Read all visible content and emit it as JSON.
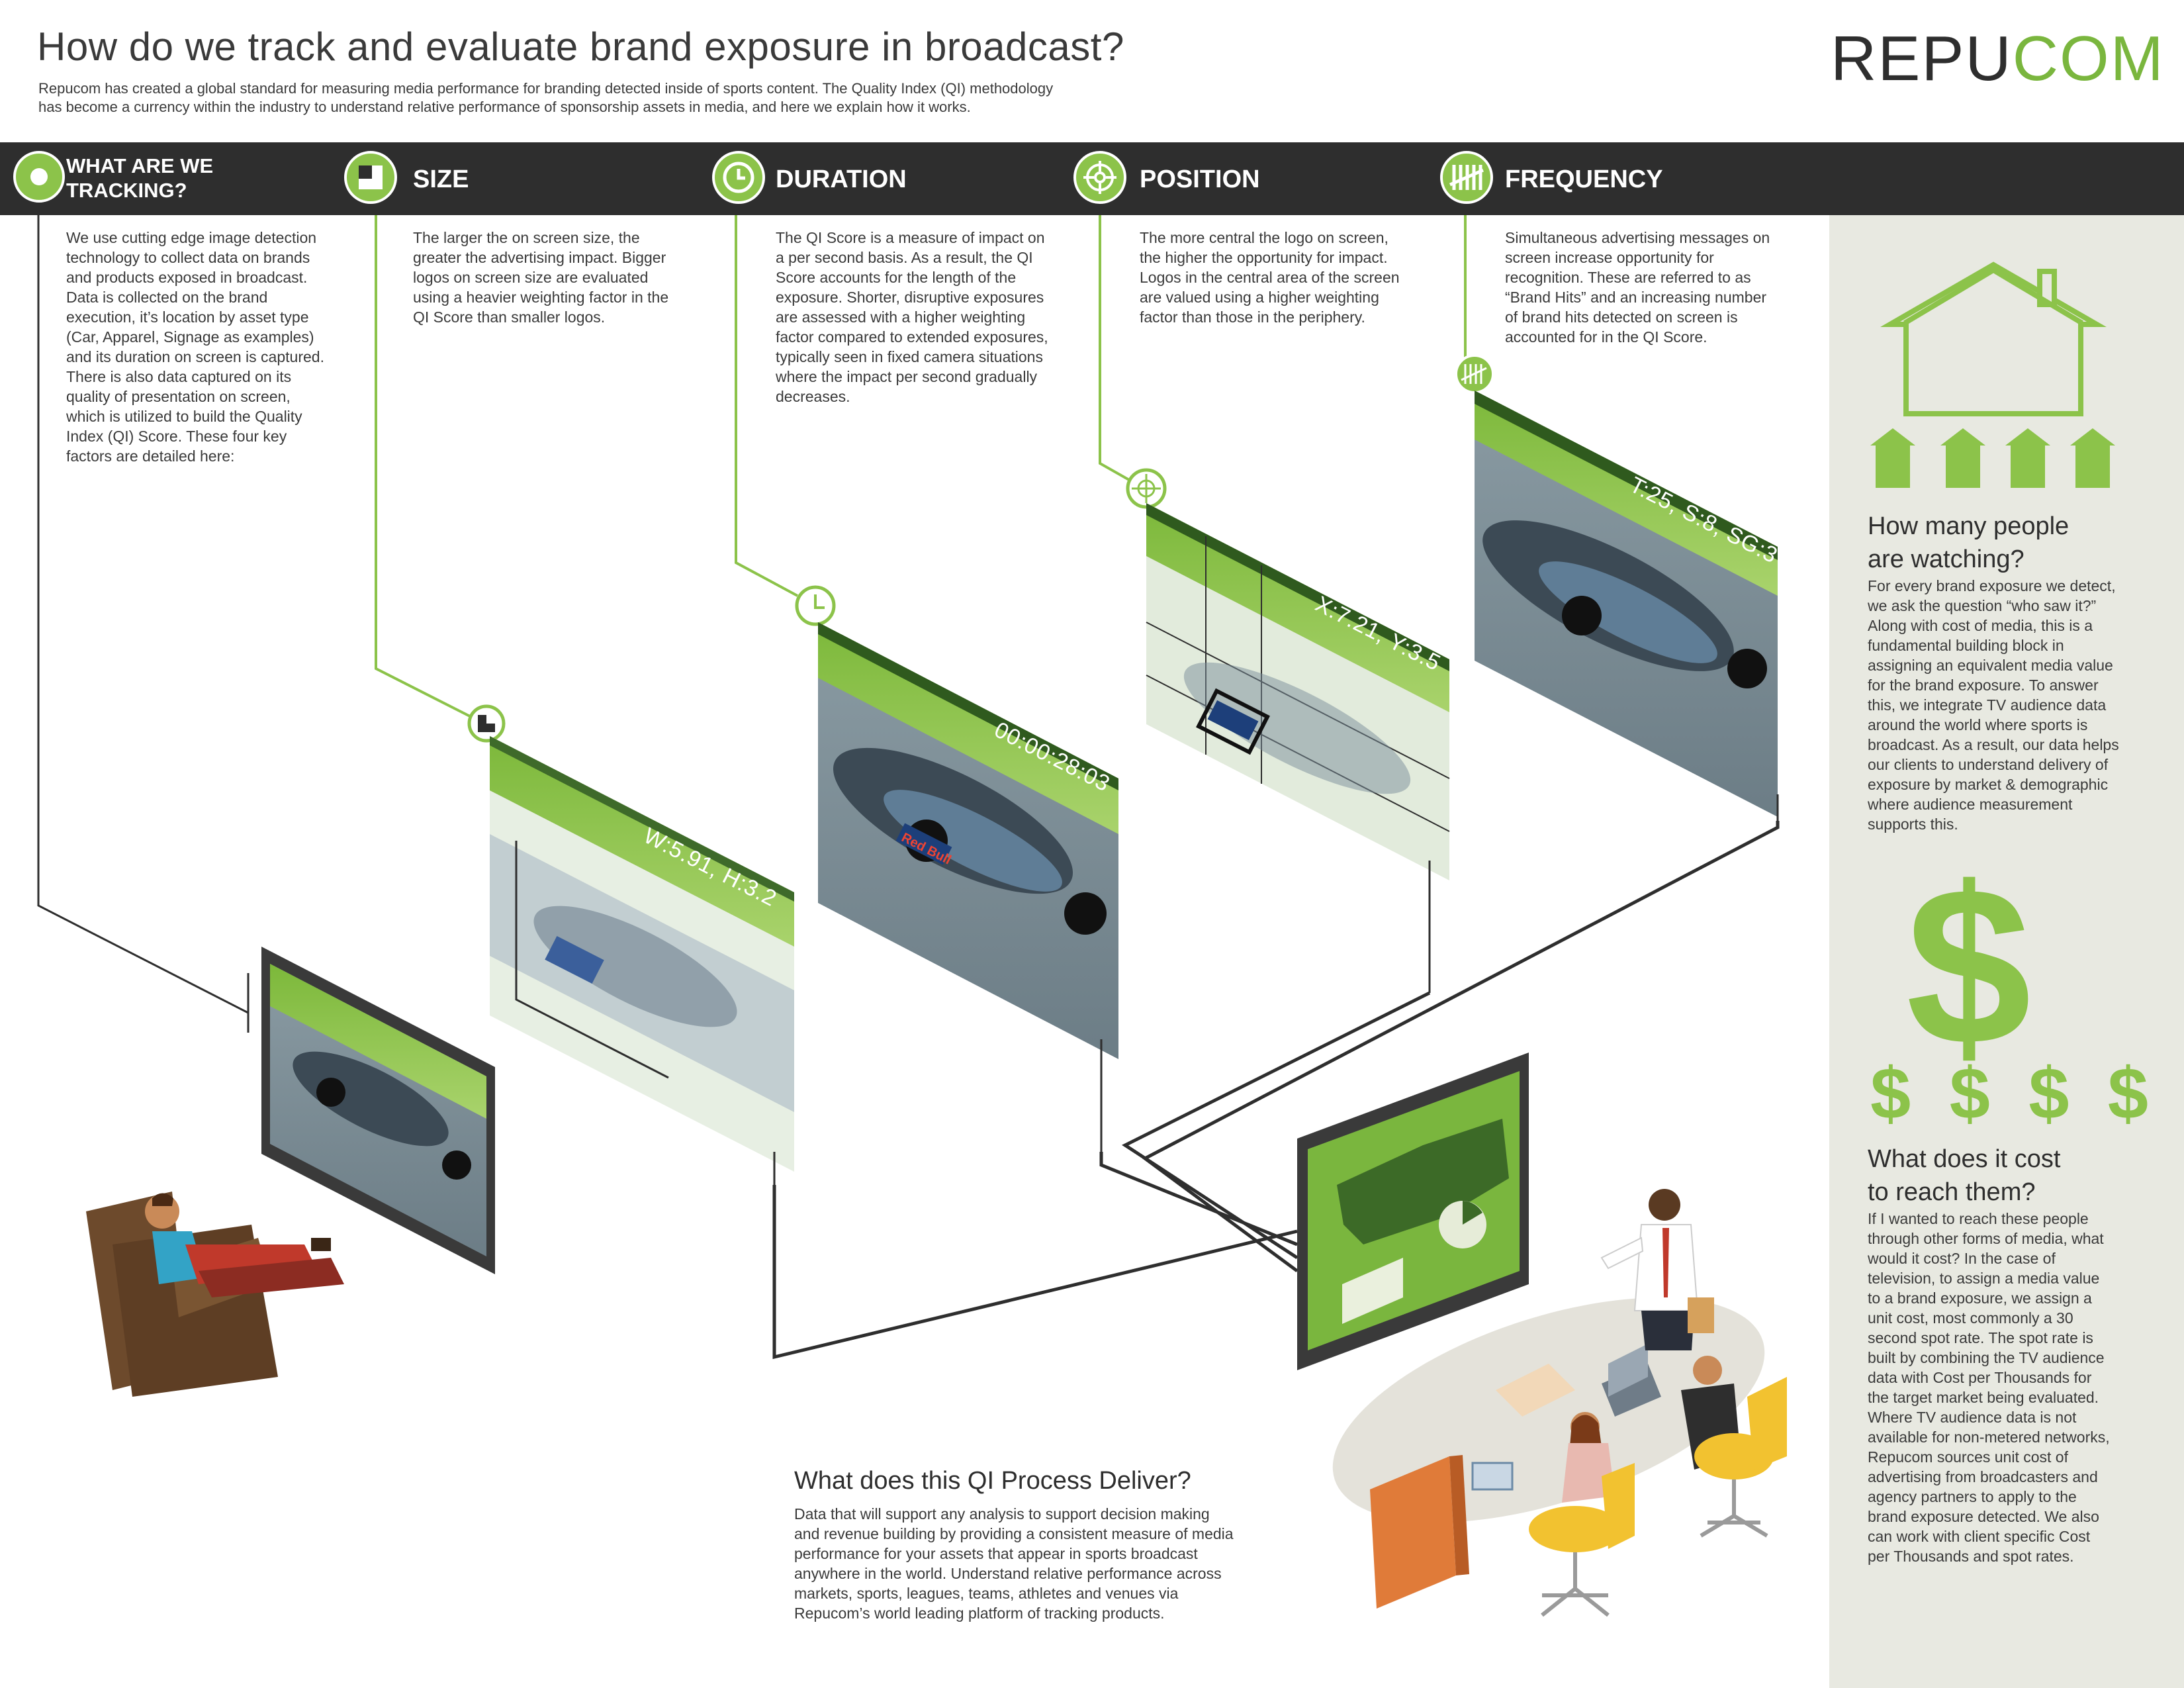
{
  "header": {
    "title": "How do we track and evaluate brand exposure in broadcast?",
    "subtitle_lines": [
      "Repucom has created a global standard for measuring media performance for branding detected inside of sports content. The Quality Index (QI) methodology",
      "has become a currency within the industry to understand relative performance of sponsorship assets in media, and here we explain how it works."
    ],
    "logo_part1": "REPU",
    "logo_part2": "COM"
  },
  "colors": {
    "accent": "#8cc34a",
    "bar": "#2e2e2e",
    "panel": "#e8e9e1",
    "text": "#3a3a3a"
  },
  "sections": [
    {
      "id": "tracking",
      "icon": "dot-icon",
      "heading_lines": [
        "WHAT ARE WE",
        "TRACKING?"
      ],
      "lines": [
        "We use cutting edge image detection",
        "technology to collect data on brands",
        "and products exposed in broadcast.",
        "Data is collected on the brand",
        "execution, it’s location by asset type",
        "(Car, Apparel, Signage as examples)",
        "and its duration on screen is captured.",
        "There is also data captured on its",
        "quality of presentation on screen,",
        "which is utilized to build the Quality",
        "Index (QI) Score. These four key",
        "factors are detailed here:"
      ]
    },
    {
      "id": "size",
      "icon": "size-icon",
      "heading": "SIZE",
      "lines": [
        "The larger the on screen size, the",
        "greater the advertising impact. Bigger",
        "logos on screen size are evaluated",
        "using a heavier weighting factor in the",
        "QI Score than smaller logos."
      ]
    },
    {
      "id": "duration",
      "icon": "clock-icon",
      "heading": "DURATION",
      "lines": [
        "The QI Score is a measure of impact on",
        "a per second basis. As a result, the QI",
        "Score accounts for the length of the",
        "exposure. Shorter, disruptive exposures",
        "are assessed with a higher weighting",
        "factor compared to extended exposures,",
        "typically seen in fixed camera situations",
        "where the impact per second gradually",
        "decreases."
      ]
    },
    {
      "id": "position",
      "icon": "crosshair-icon",
      "heading": "POSITION",
      "lines": [
        "The more central the logo on screen,",
        "the higher the opportunity for impact.",
        "Logos in the central area of the screen",
        "are valued using a higher weighting",
        "factor than those in the periphery."
      ]
    },
    {
      "id": "frequency",
      "icon": "tally-icon",
      "heading": "FREQUENCY",
      "lines": [
        "Simultaneous advertising messages on",
        "screen increase opportunity for",
        "recognition. These are referred to as",
        "“Brand Hits” and an increasing number",
        "of brand hits detected on screen is",
        "accounted for in the QI Score."
      ]
    }
  ],
  "screens": {
    "size": "W:5.91, H:3.2",
    "duration": "00:00:28:03",
    "position": "X:7.21, Y:3.5",
    "frequency": "T:25, S:8, SG:3",
    "brand": "Red Bull"
  },
  "sidebar": {
    "watching_heading_lines": [
      "How many people",
      "are watching?"
    ],
    "watching_lines": [
      "For every brand exposure we detect,",
      "we ask the question “who saw it?”",
      "Along with cost of media, this is a",
      "fundamental building block in",
      "assigning an equivalent media value",
      "for the brand exposure. To answer",
      "this, we integrate TV audience data",
      "around the world where sports is",
      "broadcast. As a result, our data helps",
      "our clients to understand delivery of",
      "exposure by market & demographic",
      "where audience measurement",
      "supports this."
    ],
    "dollar_big": "$",
    "dollar_small": "$",
    "cost_heading_lines": [
      "What does it cost",
      "to reach them?"
    ],
    "cost_lines": [
      "If I wanted to reach these people",
      "through other forms of media, what",
      "would it cost? In the case of",
      "television, to assign a media value",
      "to a brand exposure, we assign a",
      "unit cost, most commonly a 30",
      "second spot rate. The spot rate is",
      "built by combining the TV audience",
      "data with Cost per Thousands for",
      "the target market being evaluated.",
      "Where TV audience data is not",
      "available for non-metered networks,",
      "Repucom sources unit cost of",
      "advertising from broadcasters and",
      "agency partners to apply to the",
      "brand exposure detected. We also",
      "can work with client specific Cost",
      "per Thousands and spot rates."
    ]
  },
  "deliver": {
    "heading": "What does this QI Process Deliver?",
    "lines": [
      "Data that will support any analysis to support decision making",
      "and revenue building by providing a consistent measure of media",
      "performance for your assets that appear in sports broadcast",
      "anywhere in the world. Understand relative performance across",
      "markets, sports, leagues, teams, athletes and venues via",
      "Repucom’s world leading platform of tracking products."
    ]
  }
}
